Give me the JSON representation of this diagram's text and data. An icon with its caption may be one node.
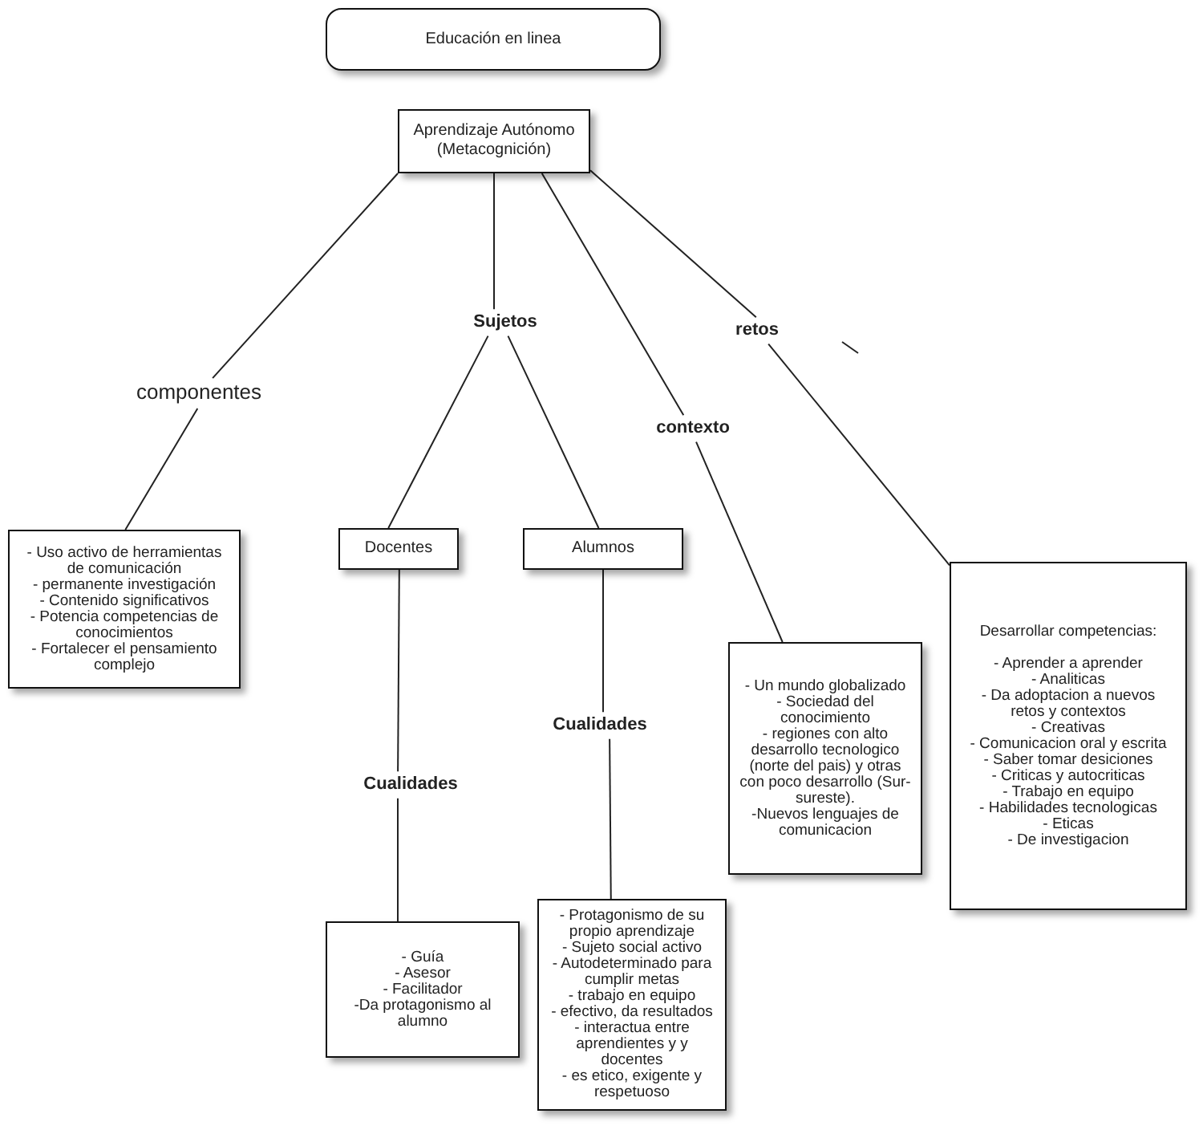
{
  "diagram": {
    "nodes": [
      {
        "text": [
          "Educación en linea"
        ]
      },
      {
        "text": [
          "Aprendizaje Autónomo (Metacognición)"
        ]
      },
      {
        "text": [
          "Sujetos"
        ]
      },
      {
        "text": [
          "retos"
        ]
      },
      {
        "text": [
          "componentes"
        ]
      },
      {
        "text": [
          "contexto"
        ]
      },
      {
        "text": [
          "Docentes"
        ]
      },
      {
        "text": [
          "Alumnos"
        ]
      },
      {
        "text": [
          "- Uso activo de herramientas de comunicación",
          "- permanente investigación",
          "- Contenido significativos",
          "- Potencia competencias de conocimientos",
          "- Fortalecer el pensamiento complejo"
        ]
      },
      {
        "text": [
          "Desarrollar competencias:",
          "- Aprender a aprender",
          "- Analiticas",
          "- Da adoptacion a nuevos retos y contextos",
          "- Creativas",
          "- Comunicacion oral y escrita",
          "- Saber tomar desiciones",
          "- Criticas y autocriticas",
          "- Trabajo en equipo",
          "- Habilidades tecnologicas",
          "- Eticas",
          "- De investigacion"
        ]
      },
      {
        "text": [
          "- Un mundo globalizado",
          "- Sociedad del conocimiento",
          "- regiones con alto desarrollo tecnologico (norte del pais) y otras con poco desarrollo (Sur-sureste).",
          "-Nuevos lenguajes de comunicacion"
        ]
      },
      {
        "text": [
          "Cualidades"
        ]
      },
      {
        "text": [
          "Cualidades"
        ]
      },
      {
        "text": [
          "- Protagonismo de su propio aprendizaje",
          "- Sujeto social activo",
          "- Autodeterminado para cumplir metas",
          "- trabajo en equipo",
          "- efectivo, da resultados",
          "- interactua entre aprendientes y y docentes",
          "- es etico, exigente y respetuoso"
        ]
      },
      {
        "text": [
          "- Guía",
          "- Asesor",
          "- Facilitador",
          "-Da protagonismo al alumno"
        ]
      }
    ],
    "edges": [
      {
        "from": 1,
        "to": 4,
        "arrow": "none"
      },
      {
        "from": 4,
        "to": 8,
        "arrow": "none"
      },
      {
        "from": 1,
        "to": 2,
        "arrow": "none"
      },
      {
        "from": 2,
        "to": 6,
        "arrow": "none"
      },
      {
        "from": 2,
        "to": 7,
        "arrow": "none"
      },
      {
        "from": 1,
        "to": 5,
        "arrow": "none"
      },
      {
        "from": 5,
        "to": 10,
        "arrow": "none"
      },
      {
        "from": 1,
        "to": 3,
        "arrow": "none"
      },
      {
        "from": 3,
        "to": 9,
        "arrow": "none"
      },
      {
        "from": 6,
        "to": 12,
        "arrow": "none"
      },
      {
        "from": 12,
        "to": 14,
        "arrow": "none"
      },
      {
        "from": 7,
        "to": 11,
        "arrow": "none"
      },
      {
        "from": 11,
        "to": 13,
        "arrow": "none"
      }
    ]
  }
}
